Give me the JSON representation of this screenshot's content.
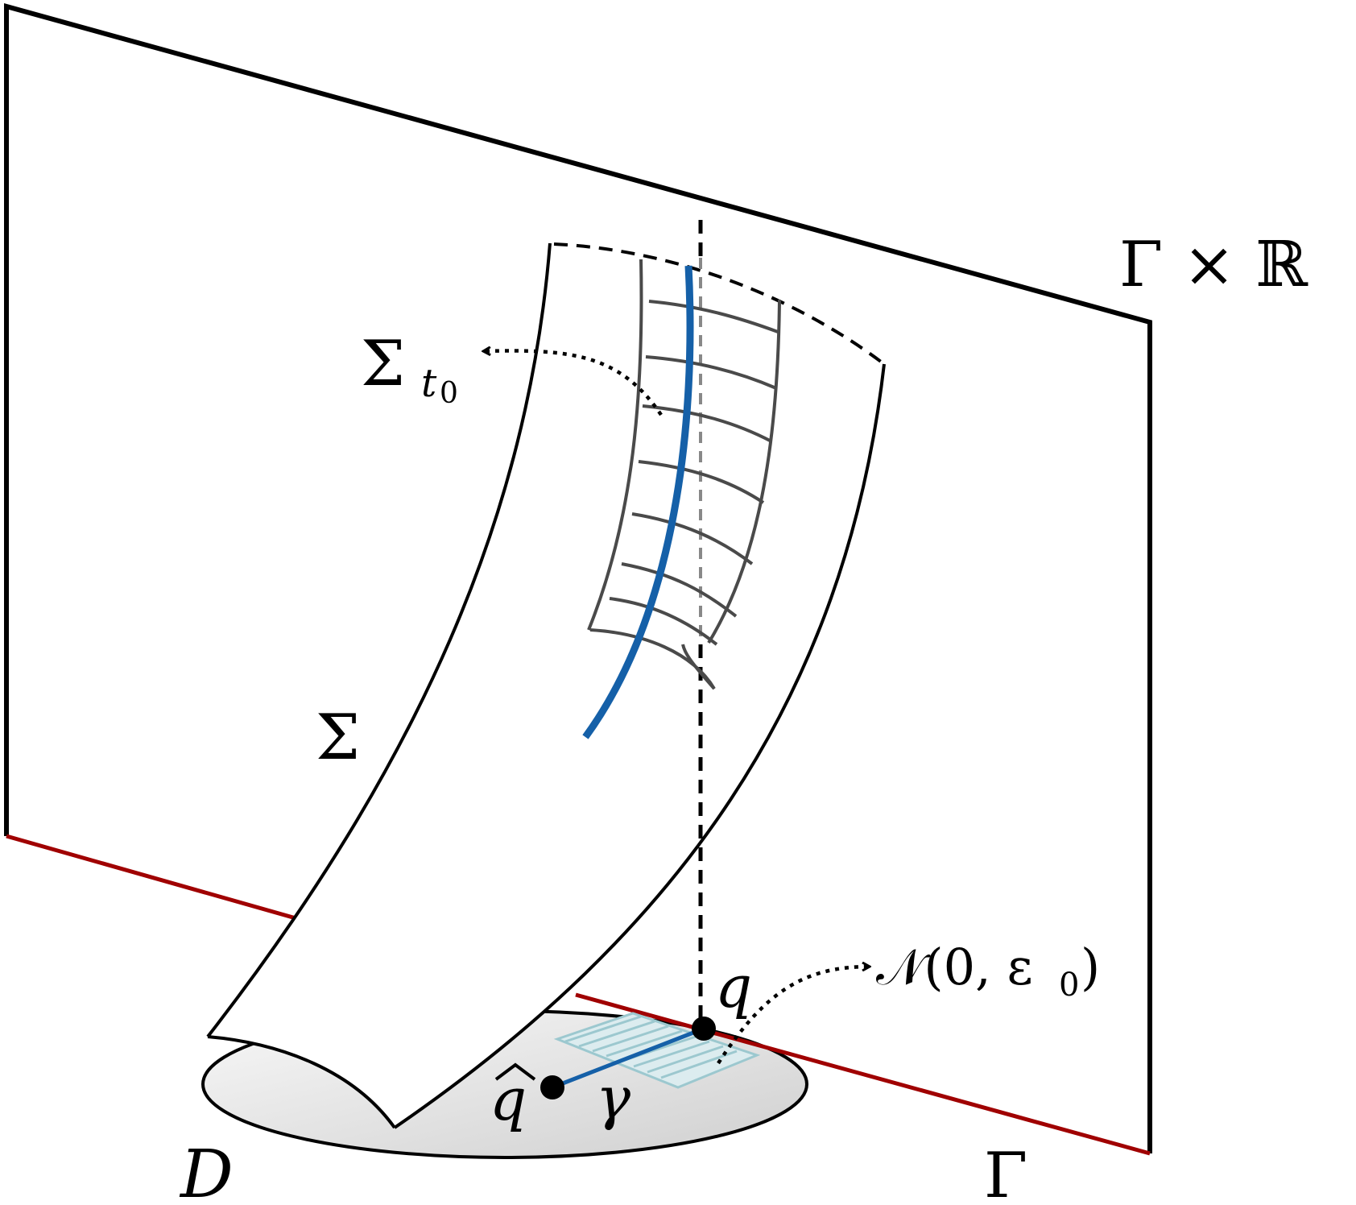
{
  "figure": {
    "labels": {
      "product_space": "Γ × ℝ",
      "sigma_t0_main": "Σ",
      "sigma_t0_sub": "t",
      "sigma_t0_subsub": "0",
      "sigma": "Σ",
      "q": "q",
      "q_hat": "q",
      "gamma_curve": "γ",
      "neighborhood": "𝒩(0, ε",
      "neighborhood_sub": "0",
      "neighborhood_close": ")",
      "disk": "D",
      "gamma_line": "Γ"
    },
    "colors": {
      "outline": "#000000",
      "gamma_line": "#a00000",
      "blue_curve": "#1560a8",
      "grid": "#4a4a4a",
      "neighborhood_patch": "#9cc8cf",
      "disk_fill_light": "#f7f7f7",
      "disk_fill_dark": "#d0d0d0"
    }
  }
}
